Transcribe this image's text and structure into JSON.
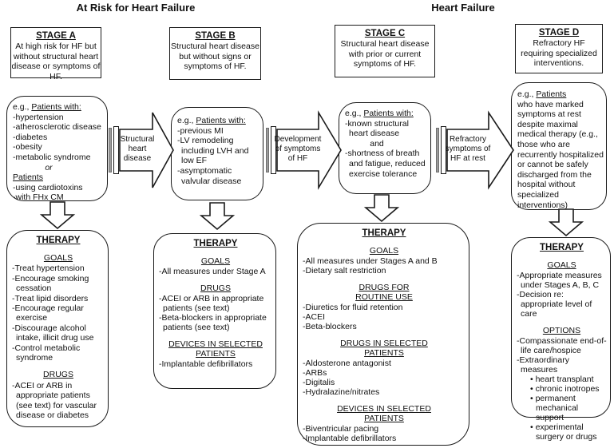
{
  "headers": {
    "left": "At Risk for Heart Failure",
    "right": "Heart Failure"
  },
  "connectors": [
    {
      "label": "Structural heart disease"
    },
    {
      "label": "Development of symptoms of HF"
    },
    {
      "label": "Refractory symptoms of HF at rest"
    }
  ],
  "colors": {
    "line": "#1a1a1a",
    "bar_fill": "#9c9c9c",
    "background": "#ffffff"
  },
  "stages": [
    {
      "title": "STAGE A",
      "description": "At high risk for HF but without structural heart disease or symptoms of HF.",
      "patients": {
        "prefix": "e.g., ",
        "heading": "Patients with:",
        "items": [
          "-hypertension",
          "-atherosclerotic disease",
          "-diabetes",
          "-obesity",
          "-metabolic syndrome"
        ],
        "connector": "or",
        "subheading": "Patients",
        "items2": [
          "-using cardiotoxins",
          "-with FHx CM"
        ]
      },
      "therapy": {
        "title": "THERAPY",
        "sections": [
          {
            "heading": "GOALS",
            "items": [
              "-Treat hypertension",
              "-Encourage smoking cessation",
              "-Treat lipid disorders",
              "-Encourage regular exercise",
              "-Discourage alcohol intake, illicit drug use",
              "-Control metabolic syndrome"
            ]
          },
          {
            "heading": "DRUGS",
            "items": [
              "-ACEI or ARB in appropriate patients (see text) for vascular disease or diabetes"
            ]
          }
        ]
      }
    },
    {
      "title": "STAGE B",
      "description": "Structural heart disease but without signs or symptoms of HF.",
      "patients": {
        "prefix": "e.g., ",
        "heading": "Patients with:",
        "items": [
          "-previous MI",
          "-LV remodeling including LVH and low EF",
          "-asymptomatic valvular disease"
        ]
      },
      "therapy": {
        "title": "THERAPY",
        "sections": [
          {
            "heading": "GOALS",
            "items": [
              "-All measures under Stage A"
            ]
          },
          {
            "heading": "DRUGS",
            "items": [
              "-ACEI or ARB in appropriate patients (see text)",
              "-Beta-blockers in appropriate patients (see text)"
            ]
          },
          {
            "heading": "DEVICES IN SELECTED PATIENTS",
            "items": [
              "-Implantable defibrillators"
            ]
          }
        ]
      }
    },
    {
      "title": "STAGE C",
      "description": "Structural heart disease with prior or current symptoms of HF.",
      "patients": {
        "prefix": "e.g., ",
        "heading": "Patients with:",
        "items": [
          "-known structural heart disease"
        ],
        "connector": "and",
        "items2": [
          "-shortness of breath and fatigue, reduced exercise tolerance"
        ]
      },
      "therapy": {
        "title": "THERAPY",
        "sections": [
          {
            "heading": "GOALS",
            "items": [
              "-All measures under Stages A and B",
              "-Dietary salt restriction"
            ]
          },
          {
            "heading": "DRUGS FOR ROUTINE USE",
            "items": [
              "-Diuretics for fluid retention",
              "-ACEI",
              "-Beta-blockers"
            ]
          },
          {
            "heading": "DRUGS IN SELECTED PATIENTS",
            "items": [
              "-Aldosterone antagonist",
              "-ARBs",
              "-Digitalis",
              "-Hydralazine/nitrates"
            ]
          },
          {
            "heading": "DEVICES IN SELECTED PATIENTS",
            "items": [
              "-Biventricular pacing",
              "-Implantable defibrillators"
            ]
          }
        ]
      }
    },
    {
      "title": "STAGE D",
      "description": "Refractory HF requiring specialized interventions.",
      "patients": {
        "prefix": "e.g., ",
        "heading": "Patients",
        "body": "who have marked symptoms at rest despite maximal medical therapy (e.g., those who are recurrently hospitalized or cannot be safely discharged from the hospital without specialized interventions)"
      },
      "therapy": {
        "title": "THERAPY",
        "sections": [
          {
            "heading": "GOALS",
            "items": [
              "-Appropriate measures under Stages A, B, C",
              "-Decision re: appropriate level of care"
            ]
          },
          {
            "heading": "OPTIONS",
            "items": [
              "-Compassionate end-of-life care/hospice",
              "-Extraordinary measures"
            ],
            "bullets": [
              "• heart transplant",
              "• chronic inotropes",
              "• permanent mechanical support",
              "• experimental surgery or drugs"
            ]
          }
        ]
      }
    }
  ]
}
